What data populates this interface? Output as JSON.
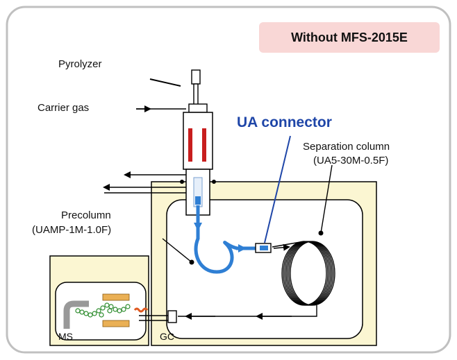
{
  "badge": {
    "text": "Without MFS-2015E",
    "color": "#f9d7d6"
  },
  "labels": {
    "pyrolyzer": "Pyrolyzer",
    "carrier_gas": "Carrier gas",
    "ua_connector": "UA connector",
    "separation_column_line1": "Separation column",
    "separation_column_line2": "(UA5-30M-0.5F)",
    "precolumn_line1": "Precolumn",
    "precolumn_line2": "(UAMP-1M-1.0F)",
    "ms": "MS",
    "gc": "GC"
  },
  "colors": {
    "oven_fill": "#fbf6d2",
    "heater": "#c81e1e",
    "precolumn": "#2f7fd4",
    "ua_connector_text": "#1f46a8",
    "frame": "#c0c0c0"
  }
}
